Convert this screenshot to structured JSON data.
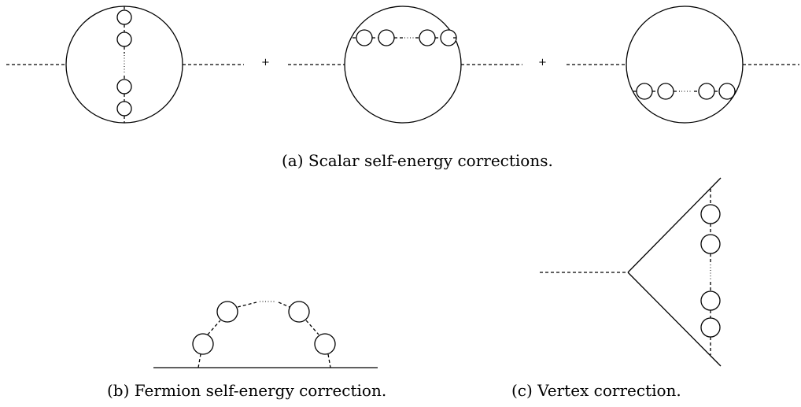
{
  "diagrams": {
    "scalar": {
      "caption": "(a) Scalar self-energy corrections.",
      "plus_sign": "+"
    },
    "fermion": {
      "caption": "(b) Fermion self-energy correction."
    },
    "vertex": {
      "caption": "(c) Vertex correction."
    }
  }
}
